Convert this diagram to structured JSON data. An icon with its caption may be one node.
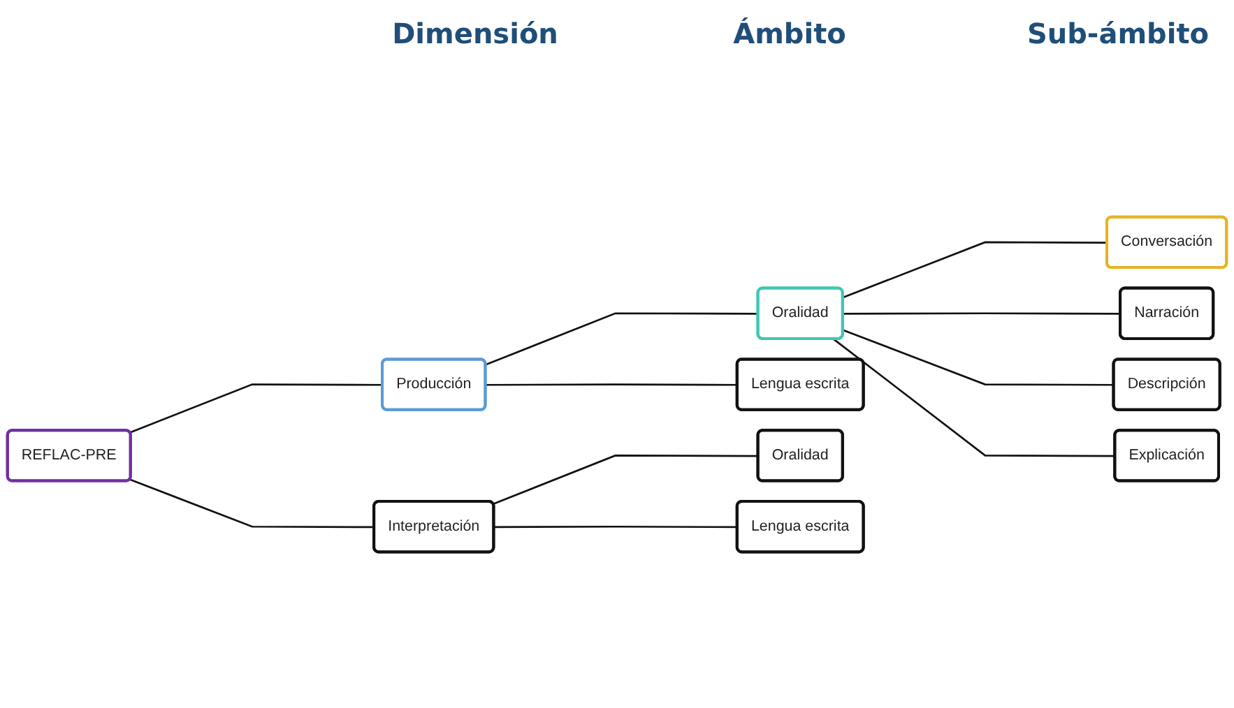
{
  "diagram": {
    "nodes": [
      {
        "text": [
          "REFLAC-PRE"
        ]
      },
      {
        "text": [
          "Producción"
        ]
      },
      {
        "text": [
          "Interpretación"
        ]
      },
      {
        "text": [
          "Oralidad"
        ]
      },
      {
        "text": [
          "Lengua escrita"
        ]
      },
      {
        "text": [
          "Oralidad"
        ]
      },
      {
        "text": [
          "Lengua escrita"
        ]
      },
      {
        "text": [
          "Conversación"
        ]
      },
      {
        "text": [
          "Narración"
        ]
      },
      {
        "text": [
          "Descripción"
        ]
      },
      {
        "text": [
          "Explicación"
        ]
      }
    ],
    "edges": [
      {
        "from": 0,
        "to": 1,
        "arrow": "none"
      },
      {
        "from": 0,
        "to": 2,
        "arrow": "none"
      },
      {
        "from": 1,
        "to": 3,
        "arrow": "none"
      },
      {
        "from": 1,
        "to": 4,
        "arrow": "none"
      },
      {
        "from": 2,
        "to": 5,
        "arrow": "none"
      },
      {
        "from": 2,
        "to": 6,
        "arrow": "none"
      },
      {
        "from": 3,
        "to": 7,
        "arrow": "none"
      },
      {
        "from": 3,
        "to": 8,
        "arrow": "none"
      },
      {
        "from": 3,
        "to": 9,
        "arrow": "none"
      },
      {
        "from": 3,
        "to": 10,
        "arrow": "none"
      }
    ],
    "labels": [
      "Dimensión",
      "Ámbito",
      "Sub-ámbito"
    ]
  }
}
